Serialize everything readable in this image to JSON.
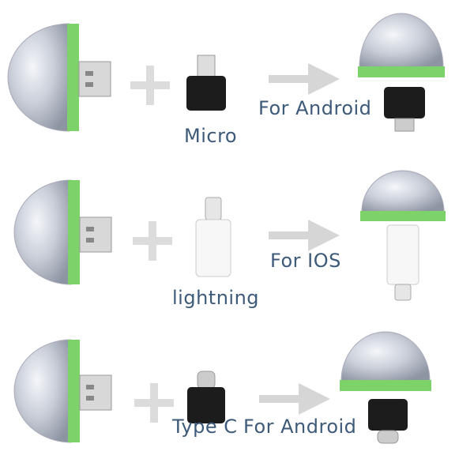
{
  "colors": {
    "label": "#3d5a78",
    "green_ring": "#7ed26a",
    "arrow": "#d6d6d6",
    "plus": "#dcdcdc"
  },
  "rows": [
    {
      "adapter_label": "Micro",
      "target_label": "For Android",
      "adapter_type": "micro-usb-otg"
    },
    {
      "adapter_label": "lightning",
      "target_label": "For IOS",
      "adapter_type": "lightning-otg"
    },
    {
      "adapter_label": "Type C",
      "target_label": "For Android",
      "adapter_type": "type-c-otg"
    }
  ]
}
